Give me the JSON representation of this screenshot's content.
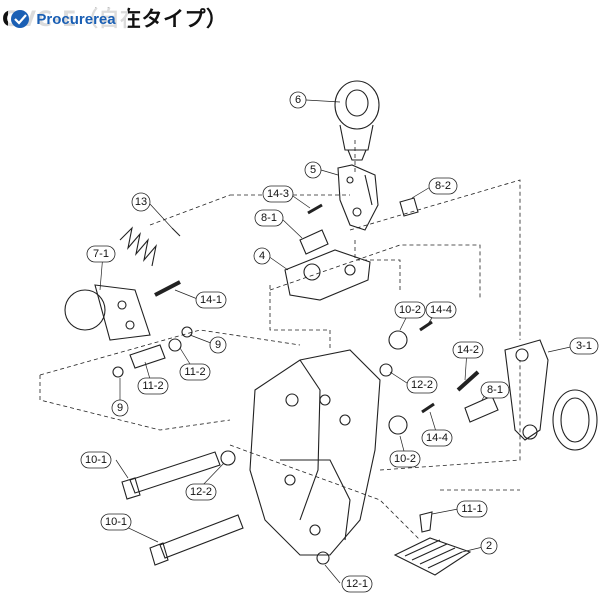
{
  "title": "GVC-E（自在タイプ）",
  "logo": {
    "text": "Procurerea",
    "icon": "procurement-logo",
    "color": "#1a5fb4"
  },
  "parts": [
    {
      "id": "p6",
      "label": "6"
    },
    {
      "id": "p5",
      "label": "5"
    },
    {
      "id": "p14-3",
      "label": "14-3"
    },
    {
      "id": "p8-2",
      "label": "8-2"
    },
    {
      "id": "p13",
      "label": "13"
    },
    {
      "id": "p8-1a",
      "label": "8-1"
    },
    {
      "id": "p4",
      "label": "4"
    },
    {
      "id": "p7-1",
      "label": "7-1"
    },
    {
      "id": "p14-1",
      "label": "14-1"
    },
    {
      "id": "p10-2a",
      "label": "10-2"
    },
    {
      "id": "p14-4a",
      "label": "14-4"
    },
    {
      "id": "p3-1",
      "label": "3-1"
    },
    {
      "id": "p9a",
      "label": "9"
    },
    {
      "id": "p14-2",
      "label": "14-2"
    },
    {
      "id": "p11-2a",
      "label": "11-2"
    },
    {
      "id": "p12-2a",
      "label": "12-2"
    },
    {
      "id": "p8-1b",
      "label": "8-1"
    },
    {
      "id": "p11-2b",
      "label": "11-2"
    },
    {
      "id": "p9b",
      "label": "9"
    },
    {
      "id": "p14-4b",
      "label": "14-4"
    },
    {
      "id": "p10-2b",
      "label": "10-2"
    },
    {
      "id": "p10-1a",
      "label": "10-1"
    },
    {
      "id": "p12-2b",
      "label": "12-2"
    },
    {
      "id": "p11-1",
      "label": "11-1"
    },
    {
      "id": "p10-1b",
      "label": "10-1"
    },
    {
      "id": "p2",
      "label": "2"
    },
    {
      "id": "p12-1",
      "label": "12-1"
    }
  ]
}
